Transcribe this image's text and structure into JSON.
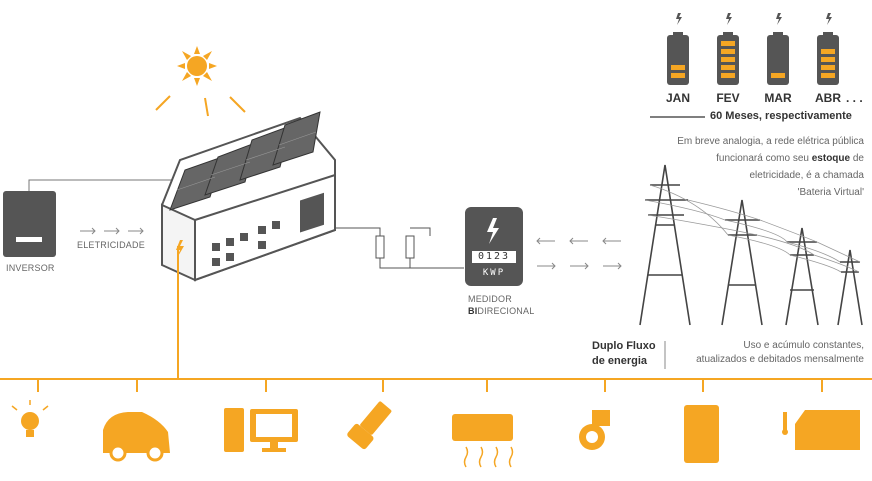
{
  "inverter": {
    "label": "INVERSOR"
  },
  "flow_label": "ELETRICIDADE",
  "meter": {
    "label_line1": "MEDIDOR",
    "label_bold": "BI",
    "label_rest": "DIRECIONAL",
    "display": "0123",
    "unit": "KWP"
  },
  "batteries": {
    "months": [
      {
        "name": "JAN",
        "level": 2
      },
      {
        "name": "FEV",
        "level": 5
      },
      {
        "name": "MAR",
        "level": 1
      },
      {
        "name": "ABR",
        "level": 4
      }
    ],
    "ellipsis": ". . .",
    "caption": "60 Meses, respectivamente"
  },
  "analogy": {
    "line1": "Em breve analogia, a rede elétrica pública",
    "line2_pre": "funcionará como seu ",
    "line2_bold": "estoque",
    "line2_post": " de",
    "line3": "eletricidade, é a chamada",
    "line4": "'Bateria Virtual'"
  },
  "dual_flow": {
    "title_line1": "Duplo Fluxo",
    "title_line2": "de energia",
    "desc_line1": "Uso e acúmulo constantes,",
    "desc_line2": "atualizados e debitados mensalmente"
  },
  "appliances": [
    "lightbulb-icon",
    "electric-car-icon",
    "computer-icon",
    "blender-icon",
    "air-conditioner-icon",
    "pump-icon",
    "water-heater-icon",
    "freezer-icon"
  ],
  "colors": {
    "accent": "#f5a623",
    "dark": "#555555",
    "text": "#333333"
  }
}
